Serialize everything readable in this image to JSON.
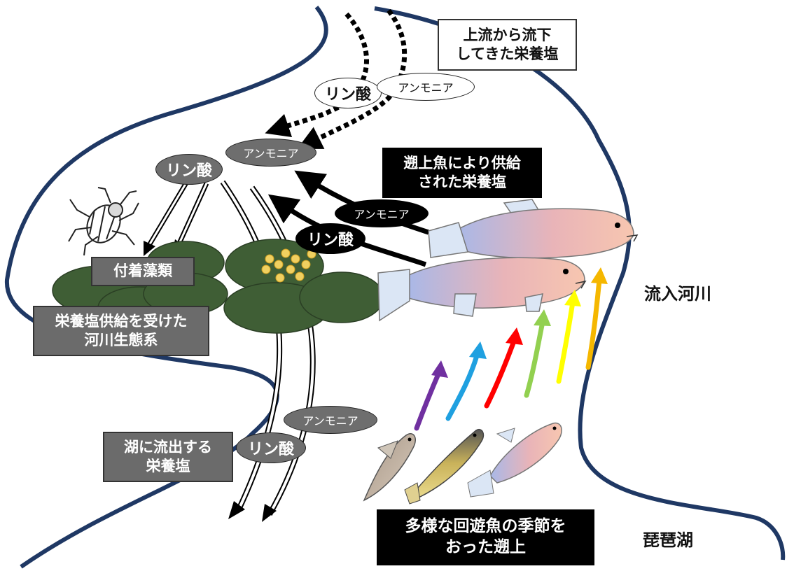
{
  "labels": {
    "upstream_nutrients": "上流から流下\nしてきた栄養塩",
    "fish_supplied_nutrients": "遡上魚により供給\nされた栄養塩",
    "inflow_river": "流入河川",
    "attached_algae": "付着藻類",
    "river_ecosystem": "栄養塩供給を受けた\n河川生態系",
    "lake_outflow_nutrients": "湖に流出する\n栄養塩",
    "diverse_migration": "多様な回遊魚の季節を\nおった遡上",
    "lake_biwa": "琵琶湖"
  },
  "nutrients": {
    "phosphate": "リン酸",
    "ammonia": "アンモニア"
  },
  "colors": {
    "river_bank": "#1f3864",
    "algae": "#3f5e35",
    "seasonal_arrows": [
      "#7030a0",
      "#1fa0e0",
      "#ff0000",
      "#92d050",
      "#ffff00",
      "#f5b700"
    ]
  }
}
